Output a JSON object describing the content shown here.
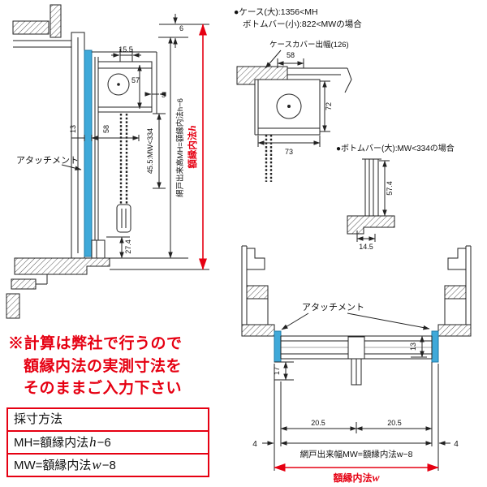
{
  "colors": {
    "accent_blue": "#3fa9d9",
    "warning_red": "#e60012",
    "line": "#222222"
  },
  "left_section": {
    "attachment": "アタッチメント",
    "dim_top_gap": "6",
    "dim_case_inset": "15.5",
    "dim_case_h": "57",
    "dim_5": "5",
    "dim_13": "13",
    "dim_58": "58",
    "dim_chain": "45.5:MW<334",
    "dim_bottom": "27.4",
    "formula_v": "網戸出来高MH=額縁内法h−6",
    "inner_h_prefix": "額縁内法",
    "inner_h_var": "h"
  },
  "right_section": {
    "note_case": "●ケース(大):1356<MH",
    "note_bottom_small": "ボトムバー(小):822<MWの場合",
    "label_cover": "ケースカバー出幅(126)",
    "dim_58": "58",
    "dim_72": "72",
    "dim_73": "73",
    "note_bottom_large": "●ボトムバー(大):MW<334の場合",
    "dim_57_4": "57.4",
    "dim_14_5": "14.5"
  },
  "plan_section": {
    "attachment": "アタッチメント",
    "dim_13": "13",
    "dim_17": "17",
    "dim_20_5_l": "20.5",
    "dim_20_5_r": "20.5",
    "dim_4_l": "4",
    "dim_4_r": "4",
    "formula_w": "網戸出来幅MW=額縁内法w−8",
    "inner_w_prefix": "額縁内法",
    "inner_w_var": "w"
  },
  "notice": {
    "line1": "※計算は弊社で行うので",
    "line2": "額縁内法の実測寸法を",
    "line3": "そのままご入力下さい"
  },
  "method_table": {
    "title": "採寸方法",
    "mh_prefix": "MH=額縁内法",
    "mh_var": "h",
    "mh_suffix": "−6",
    "mw_prefix": "MW=額縁内法",
    "mw_var": "w",
    "mw_suffix": "−8"
  }
}
